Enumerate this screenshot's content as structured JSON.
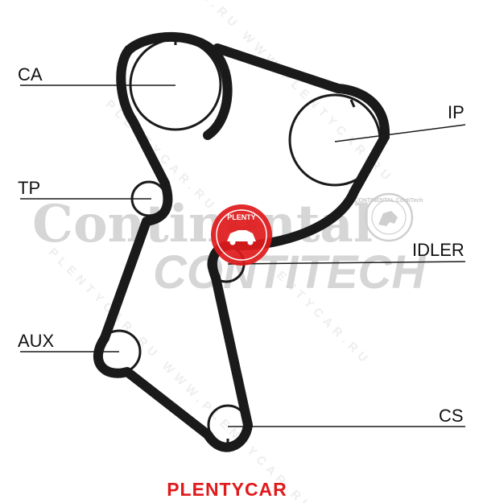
{
  "watermark": {
    "continental": "Continental",
    "contitech": "CONTITECH",
    "plentycar_pattern": "PLENTYCAR.RU WWW.PLENTYCAR.RU",
    "badge_text": "PLENTY",
    "seal_text": "CONTINENTAL ContiTech"
  },
  "labels": {
    "ca": "CA",
    "ip": "IP",
    "tp": "TP",
    "idler": "IDLER",
    "aux": "AUX",
    "cs": "CS"
  },
  "footer": {
    "brand": "PLENTYCAR"
  },
  "colors": {
    "belt": "#1a1a1a",
    "brand": "#e0191b",
    "watermark": "#d6d6d6"
  }
}
